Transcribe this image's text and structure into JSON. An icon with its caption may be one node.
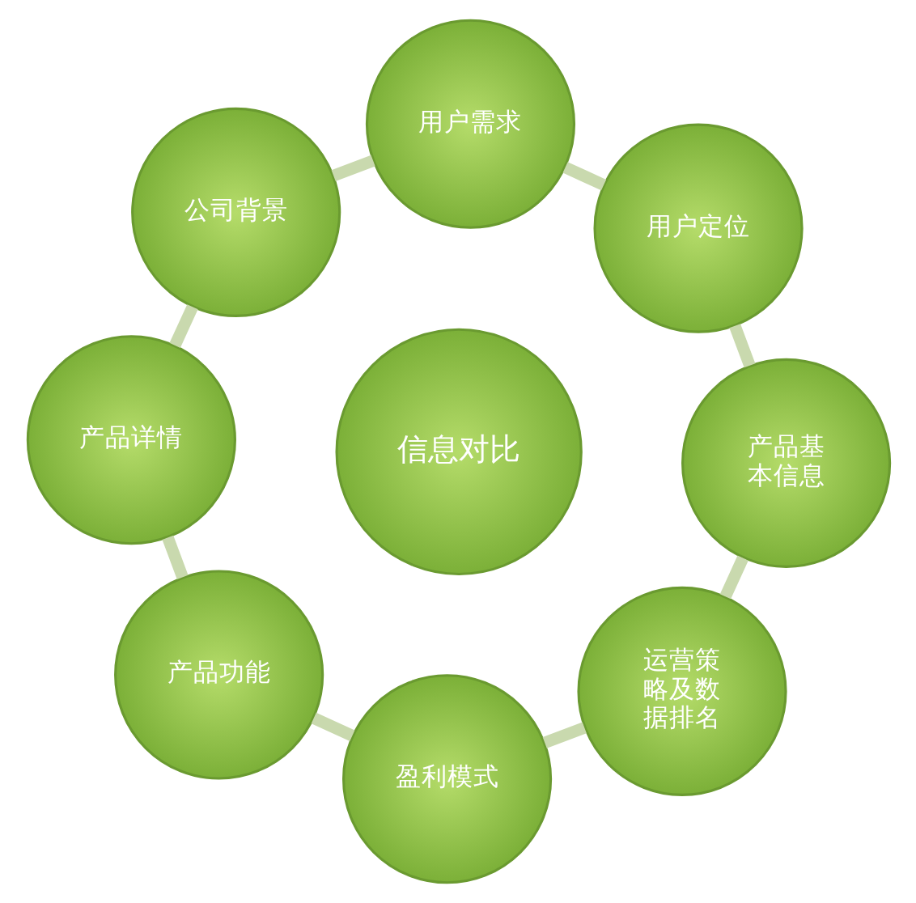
{
  "diagram": {
    "nodes": [
      {
        "text": [
          "信息对比"
        ]
      },
      {
        "text": [
          "产品基本信息"
        ]
      },
      {
        "text": [
          "用户定位"
        ]
      },
      {
        "text": [
          "用户需求"
        ]
      },
      {
        "text": [
          "公司背景"
        ]
      },
      {
        "text": [
          "产品详情"
        ]
      },
      {
        "text": [
          "产品功能"
        ]
      },
      {
        "text": [
          "盈利模式"
        ]
      },
      {
        "text": [
          "运营策略及数据排名"
        ]
      }
    ],
    "edges": [
      {
        "from": 1,
        "to": 2,
        "arrow": "none"
      },
      {
        "from": 2,
        "to": 3,
        "arrow": "none"
      },
      {
        "from": 3,
        "to": 4,
        "arrow": "none"
      },
      {
        "from": 4,
        "to": 5,
        "arrow": "none"
      },
      {
        "from": 5,
        "to": 6,
        "arrow": "none"
      },
      {
        "from": 6,
        "to": 7,
        "arrow": "none"
      },
      {
        "from": 7,
        "to": 8,
        "arrow": "none"
      },
      {
        "from": 8,
        "to": 1,
        "arrow": "none"
      }
    ]
  }
}
